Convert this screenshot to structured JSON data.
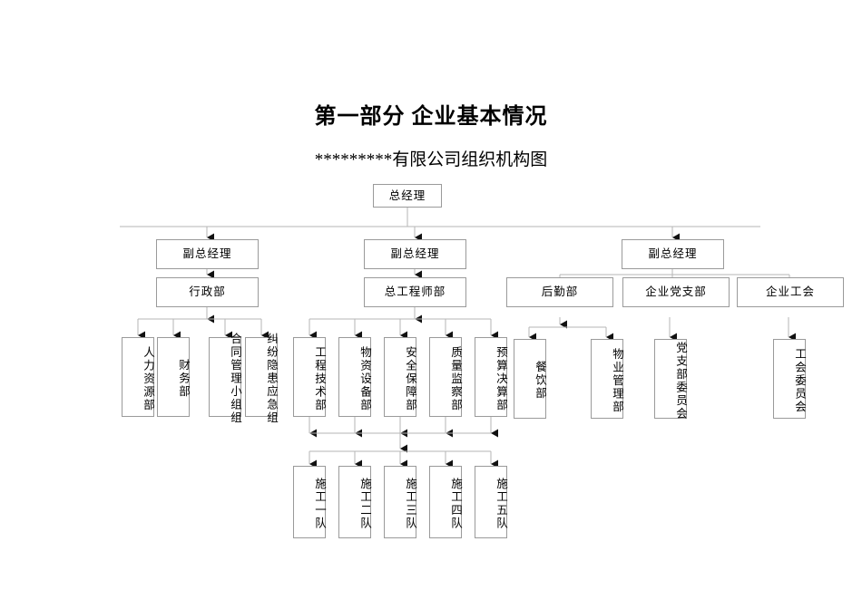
{
  "document": {
    "title": "第一部分  企业基本情况",
    "subtitle": "*********有限公司组织机构图"
  },
  "chart_data": {
    "type": "diagram",
    "diagram_kind": "organization-chart",
    "title": "*********有限公司组织机构图",
    "orientation": "top-down",
    "box_border_color": "#9a9a9a",
    "connector_color": "#b0b0b0",
    "background": "#ffffff",
    "levels": [
      {
        "level": 1,
        "nodes": [
          {
            "id": "ceo",
            "label": "总经理",
            "text_layout": "horizontal"
          }
        ]
      },
      {
        "level": 2,
        "nodes": [
          {
            "id": "vp1",
            "label": "副总经理",
            "text_layout": "horizontal",
            "parent": "ceo"
          },
          {
            "id": "vp2",
            "label": "副总经理",
            "text_layout": "horizontal",
            "parent": "ceo"
          },
          {
            "id": "vp3",
            "label": "副总经理",
            "text_layout": "horizontal",
            "parent": "ceo"
          }
        ]
      },
      {
        "level": 3,
        "nodes": [
          {
            "id": "admin",
            "label": "行政部",
            "text_layout": "horizontal",
            "parent": "vp1"
          },
          {
            "id": "chiefeng",
            "label": "总工程师部",
            "text_layout": "horizontal",
            "parent": "vp2"
          },
          {
            "id": "logistics",
            "label": "后勤部",
            "text_layout": "horizontal",
            "parent": "vp3"
          },
          {
            "id": "partybranch",
            "label": "企业党支部",
            "text_layout": "horizontal",
            "parent": "vp3"
          },
          {
            "id": "tradeunion",
            "label": "企业工会",
            "text_layout": "horizontal",
            "parent": "vp3"
          }
        ]
      },
      {
        "level": 4,
        "nodes": [
          {
            "id": "hr",
            "label": "人力资源部",
            "text_layout": "vertical",
            "parent": "admin"
          },
          {
            "id": "finance",
            "label": "财务部",
            "text_layout": "vertical",
            "parent": "admin"
          },
          {
            "id": "contract",
            "label": "合同管理小组组",
            "text_layout": "vertical",
            "parent": "admin"
          },
          {
            "id": "dispute",
            "label": "纠纷隐患应急组",
            "text_layout": "vertical",
            "parent": "admin"
          },
          {
            "id": "engtech",
            "label": "工程技术部",
            "text_layout": "vertical",
            "parent": "chiefeng"
          },
          {
            "id": "material",
            "label": "物资设备部",
            "text_layout": "vertical",
            "parent": "chiefeng"
          },
          {
            "id": "safety",
            "label": "安全保障部",
            "text_layout": "vertical",
            "parent": "chiefeng"
          },
          {
            "id": "quality",
            "label": "质量监察部",
            "text_layout": "vertical",
            "parent": "chiefeng"
          },
          {
            "id": "budget",
            "label": "预算决算部",
            "text_layout": "vertical",
            "parent": "chiefeng"
          },
          {
            "id": "catering",
            "label": "餐饮部",
            "text_layout": "vertical",
            "parent": "logistics"
          },
          {
            "id": "property",
            "label": "物业管理部",
            "text_layout": "vertical",
            "parent": "logistics"
          },
          {
            "id": "partycommittee",
            "label": "党支部委员会",
            "text_layout": "vertical",
            "parent": "partybranch"
          },
          {
            "id": "unioncommittee",
            "label": "工会委员会",
            "text_layout": "vertical",
            "parent": "tradeunion"
          }
        ]
      },
      {
        "level": 5,
        "nodes": [
          {
            "id": "team1",
            "label": "施工一队",
            "text_layout": "vertical",
            "parent": "chiefeng-teams"
          },
          {
            "id": "team2",
            "label": "施工二队",
            "text_layout": "vertical",
            "parent": "chiefeng-teams"
          },
          {
            "id": "team3",
            "label": "施工三队",
            "text_layout": "vertical",
            "parent": "chiefeng-teams"
          },
          {
            "id": "team4",
            "label": "施工四队",
            "text_layout": "vertical",
            "parent": "chiefeng-teams"
          },
          {
            "id": "team5",
            "label": "施工五队",
            "text_layout": "vertical",
            "parent": "chiefeng-teams"
          }
        ]
      }
    ]
  },
  "nodes": {
    "ceo": "总经理",
    "vp1": "副总经理",
    "vp2": "副总经理",
    "vp3": "副总经理",
    "admin": "行政部",
    "chiefeng": "总工程师部",
    "logistics": "后勤部",
    "partybranch": "企业党支部",
    "tradeunion": "企业工会",
    "hr": "人力资源部",
    "finance": "财务部",
    "contract": "合同管理小组组",
    "dispute": "纠纷隐患应急组",
    "engtech": "工程技术部",
    "material": "物资设备部",
    "safety": "安全保障部",
    "quality": "质量监察部",
    "budget": "预算决算部",
    "catering": "餐饮部",
    "property": "物业管理部",
    "partycommittee": "党支部委员会",
    "unioncommittee": "工会委员会",
    "team1": "施工一队",
    "team2": "施工二队",
    "team3": "施工三队",
    "team4": "施工四队",
    "team5": "施工五队"
  }
}
